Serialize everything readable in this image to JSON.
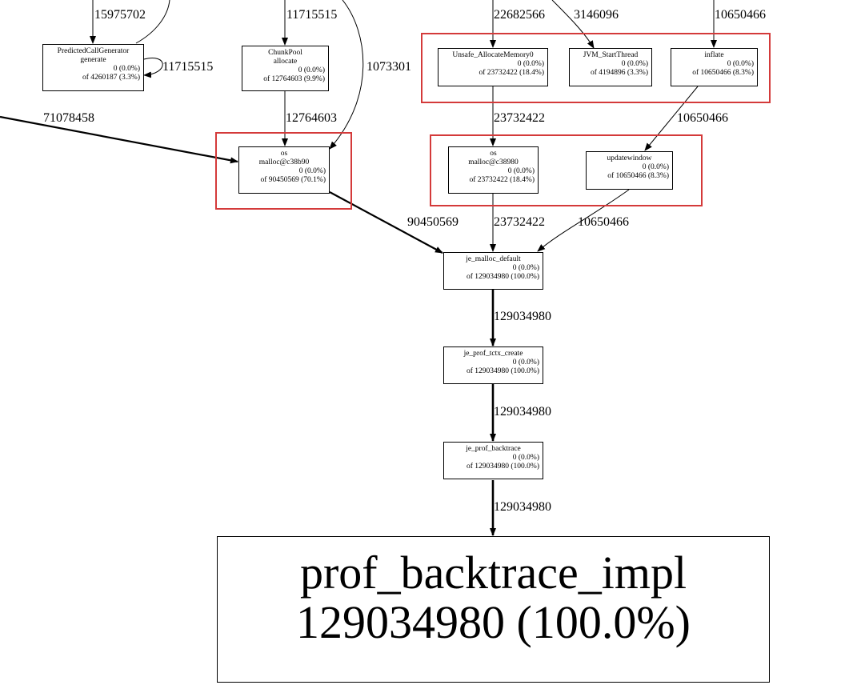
{
  "nodes": {
    "predicted": {
      "name1": "PredictedCallGenerator",
      "name2": "generate",
      "flat": "0 (0.0%)",
      "cum": "of 4260187 (3.3%)"
    },
    "chunkpool": {
      "name1": "ChunkPool",
      "name2": "allocate",
      "flat": "0 (0.0%)",
      "cum": "of 12764603 (9.9%)"
    },
    "unsafe": {
      "name1": "Unsafe_AllocateMemory0",
      "flat": "0 (0.0%)",
      "cum": "of 23732422 (18.4%)"
    },
    "jvm": {
      "name1": "JVM_StartThread",
      "flat": "0 (0.0%)",
      "cum": "of 4194896 (3.3%)"
    },
    "inflate": {
      "name1": "inflate",
      "flat": "0 (0.0%)",
      "cum": "of 10650466 (8.3%)"
    },
    "malloc1": {
      "name1": "os",
      "name2": "malloc@c38b90",
      "flat": "0 (0.0%)",
      "cum": "of 90450569 (70.1%)"
    },
    "malloc2": {
      "name1": "os",
      "name2": "malloc@c38980",
      "flat": "0 (0.0%)",
      "cum": "of 23732422 (18.4%)"
    },
    "updatewindow": {
      "name1": "updatewindow",
      "flat": "0 (0.0%)",
      "cum": "of 10650466 (8.3%)"
    },
    "je_malloc": {
      "name1": "je_malloc_default",
      "flat": "0 (0.0%)",
      "cum": "of 129034980 (100.0%)"
    },
    "tctx": {
      "name1": "je_prof_tctx_create",
      "flat": "0 (0.0%)",
      "cum": "of 129034980 (100.0%)"
    },
    "backtrace": {
      "name1": "je_prof_backtrace",
      "flat": "0 (0.0%)",
      "cum": "of 129034980 (100.0%)"
    },
    "impl": {
      "name": "prof_backtrace_impl",
      "value": "129034980 (100.0%)"
    }
  },
  "edge_labels": {
    "top_predicted": "15975702",
    "predicted_self": "11715515",
    "top_chunkpool": "11715515",
    "chunkpool_to_malloc1_side": "1073301",
    "top_unsafe": "22682566",
    "top_jvm": "3146096",
    "top_inflate": "10650466",
    "left_to_malloc1": "71078458",
    "chunkpool_to_malloc1": "12764603",
    "unsafe_to_malloc2": "23732422",
    "inflate_to_updatewindow": "10650466",
    "malloc1_to_je": "90450569",
    "malloc2_to_je": "23732422",
    "updatewindow_to_je": "10650466",
    "je_to_tctx": "129034980",
    "tctx_to_backtrace": "129034980",
    "backtrace_to_impl": "129034980"
  },
  "colors": {
    "highlight": "#d43a3a",
    "edge": "#000000"
  }
}
